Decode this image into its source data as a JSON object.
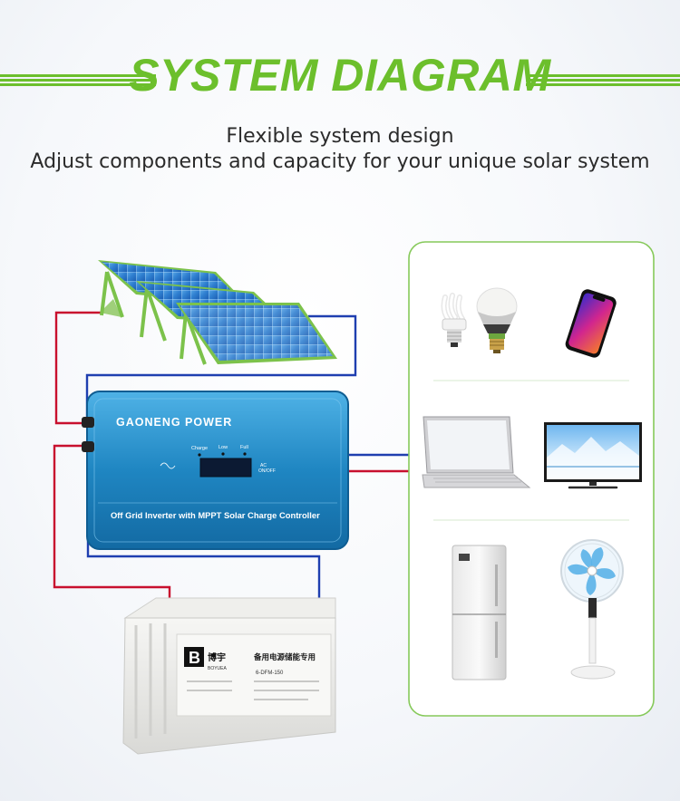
{
  "header": {
    "title": "SYSTEM DIAGRAM",
    "subtitle_line1": "Flexible system design",
    "subtitle_line2": "Adjust components and capacity for your unique solar system"
  },
  "inverter": {
    "brand": "GAONENG POWER",
    "model_text": "Off Grid Inverter with MPPT Solar Charge Controller",
    "indicators": [
      "Charge",
      "Low",
      "Full"
    ],
    "switch_label_1": "AC",
    "switch_label_2": "ON/OFF"
  },
  "battery": {
    "logo_letter": "B",
    "brand_cn": "博宇",
    "brand_en": "BOYUEA",
    "label_cn": "备用电源储能专用",
    "model": "6-DFM-150"
  },
  "appliances": [
    "light-bulbs",
    "smartphone",
    "laptop",
    "television",
    "refrigerator",
    "electric-fan"
  ],
  "colors": {
    "accent_green": "#6cbf2c",
    "wire_red": "#c8102e",
    "wire_blue": "#1f3fb0",
    "inverter_blue": "#1f86c2",
    "panel_frame_green": "#7cc24b"
  }
}
